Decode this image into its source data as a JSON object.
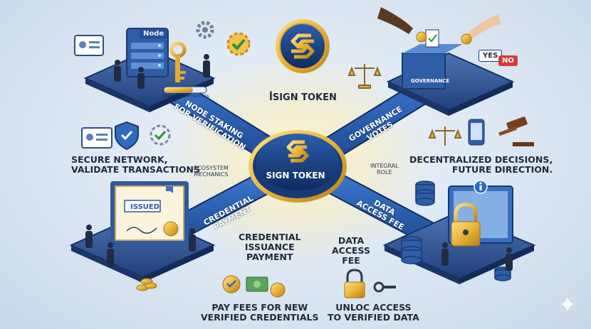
{
  "center": {
    "title": "SIGN TOKEN"
  },
  "top_title": "ꟾSIGN TOKEN",
  "tracks": {
    "node_staking": "NODE STAKING\nFOR VERIFICATION",
    "governance": "GOVERNANCE\nVOTES",
    "credential_payment": "CREDENTIAL\nPAYMENT",
    "data_access_fee": "DATA\nACCESS FEE"
  },
  "panels": {
    "node": {
      "label": "Node",
      "progress_label": "VERIFICATION PROCESS"
    },
    "governance": {
      "label": "GOVERNANCE",
      "yes": "YES",
      "no": "NO"
    },
    "certificate": {
      "label": "ISSUED"
    }
  },
  "labels": {
    "secure_network": "SECURE NETWORK,\nVALIDATE TRANSACTIONS",
    "ecosystem": "ECOSYSTEM\nMECHANICS",
    "integral_role": "INTEGRAL\nROLE",
    "decentralized": "DECENTRALIZED DECISIONS,\nFUTURE DIRECTION.",
    "credential_issuance": "CREDENTIAL\nISSUANCE\nPAYMENT",
    "data_access": "DATA\nACCESS\nFEE",
    "pay_fees": "PAY FEES FOR NEW\nVERIFIED CREDENTIALS",
    "unlock_access": "UNLOC ACCESS\nTO VERIFIED DATA"
  },
  "colors": {
    "navy": "#1f3f7a",
    "gold": "#e9b43a",
    "track": "#2a62b4",
    "platform": "#2d4f8e"
  }
}
